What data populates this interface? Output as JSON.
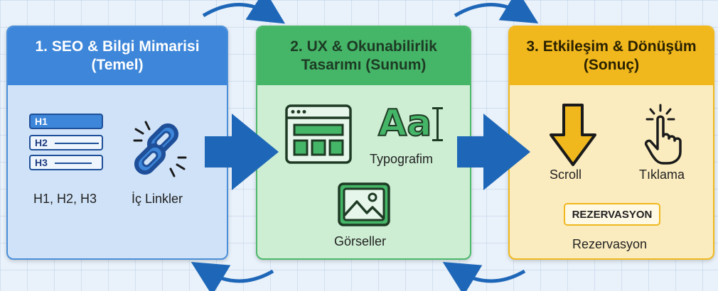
{
  "panels": [
    {
      "title": "1. SEO & Bilgi Mimarisi (Temel)",
      "heading_tags": [
        "H1",
        "H2",
        "H3"
      ],
      "labels": [
        "H1, H2, H3",
        "İç Linkler"
      ]
    },
    {
      "title": "2. UX & Okunabilirlik Tasarımı (Sunum)",
      "typography_glyph": "Aa",
      "labels": [
        "Typografim",
        "Görseller"
      ]
    },
    {
      "title": "3. Etkileşim & Dönüşüm (Sonuç)",
      "labels": [
        "Scroll",
        "Tıklama",
        "Rezervasyon"
      ],
      "button": "REZERVASYON"
    }
  ],
  "colors": {
    "blue": "#3d86d9",
    "green": "#45b567",
    "yellow": "#f1b81d",
    "arrow_blue": "#1e67b8"
  },
  "icons": [
    "heading-tags-icon",
    "broken-link-icon",
    "browser-layout-icon",
    "typography-icon",
    "image-icon",
    "down-arrow-icon",
    "tap-hand-icon",
    "right-arrow-icon",
    "curved-arrow-icon"
  ]
}
